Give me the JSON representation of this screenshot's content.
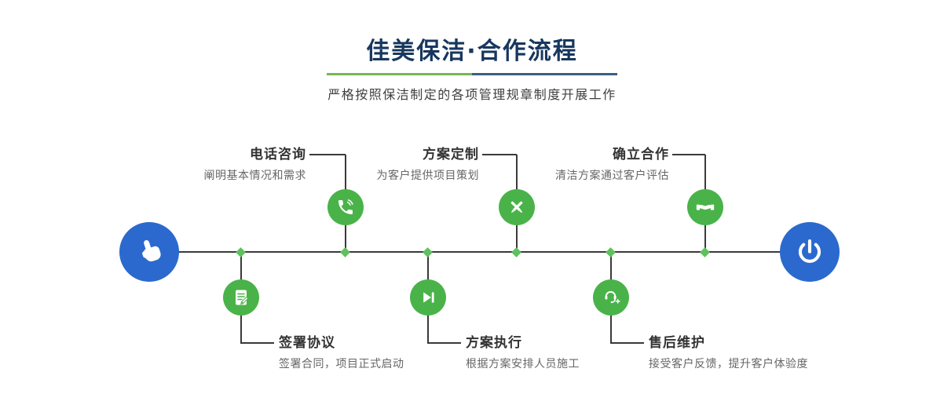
{
  "header": {
    "title": "佳美保洁·合作流程",
    "subtitle": "严格按照保洁制定的各项管理规章制度开展工作"
  },
  "colors": {
    "title_navy": "#17375e",
    "accent_green": "#49b349",
    "accent_blue": "#2b69ce",
    "line_dark": "#3a3a3a",
    "diamond_green": "#5fc05f",
    "divider_green": "#76b84e",
    "divider_blue": "#3c5e84"
  },
  "timeline": {
    "start_icon": "hand-pointer-icon",
    "end_icon": "power-icon",
    "steps": [
      {
        "title": "电话咨询",
        "desc": "阐明基本情况和需求",
        "icon": "phone-icon",
        "position": "top"
      },
      {
        "title": "签署协议",
        "desc": "签署合同，项目正式启动",
        "icon": "contract-icon",
        "position": "bottom"
      },
      {
        "title": "方案定制",
        "desc": "为客户提供项目策划",
        "icon": "design-pencil-ruler-icon",
        "position": "top"
      },
      {
        "title": "方案执行",
        "desc": "根据方案安排人员施工",
        "icon": "play-forward-icon",
        "position": "bottom"
      },
      {
        "title": "确立合作",
        "desc": "清洁方案通过客户评估",
        "icon": "handshake-icon",
        "position": "top"
      },
      {
        "title": "售后维护",
        "desc": "接受客户反馈，提升客户体验度",
        "icon": "headset-icon",
        "position": "bottom"
      }
    ]
  }
}
